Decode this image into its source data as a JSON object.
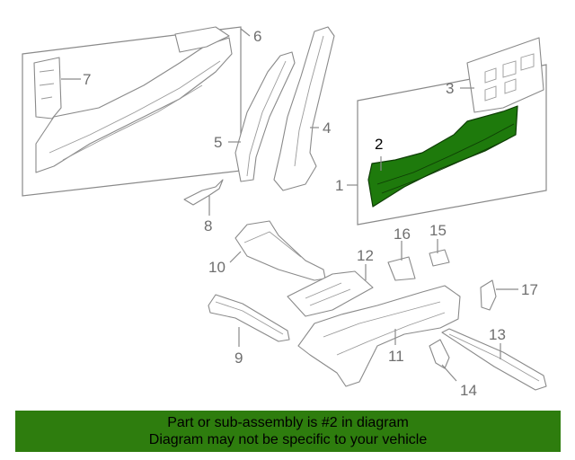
{
  "diagram": {
    "highlighted_part": "2",
    "highlight_color": "#2e7d0e",
    "callouts": {
      "c1": "1",
      "c2": "2",
      "c3": "3",
      "c4": "4",
      "c5": "5",
      "c6": "6",
      "c7": "7",
      "c8": "8",
      "c9": "9",
      "c10": "10",
      "c11": "11",
      "c12": "12",
      "c13": "13",
      "c14": "14",
      "c15": "15",
      "c16": "16",
      "c17": "17"
    }
  },
  "banner": {
    "line1": "Part or sub-assembly is #2 in diagram",
    "line2": "Diagram may not be specific to your vehicle"
  }
}
